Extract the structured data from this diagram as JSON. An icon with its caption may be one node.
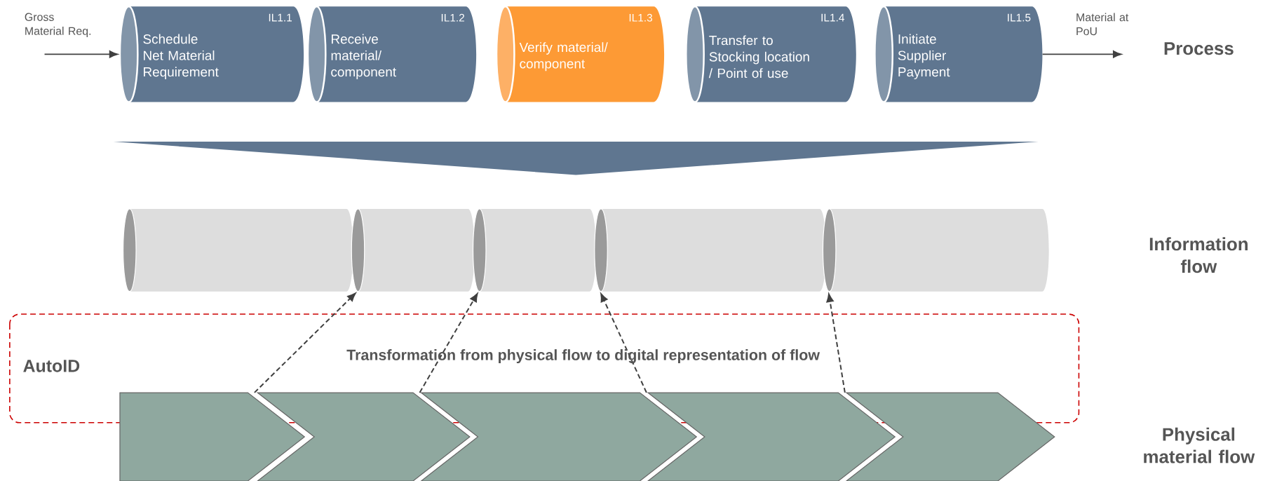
{
  "diagram": {
    "nodes": [
      {
        "text": [
          "IL1.1",
          "Schedule Net Material Requirement"
        ]
      },
      {
        "text": [
          "IL1.2",
          "Receive material/ component"
        ]
      },
      {
        "text": [
          "IL1.3",
          "Verify material/ component"
        ]
      },
      {
        "text": [
          "IL1.4",
          "Transfer to Stocking location / Point of use"
        ]
      },
      {
        "text": [
          "IL1.5",
          "Initiate Supplier Payment"
        ]
      },
      {
        "text": [],
        "shape": "triangle"
      },
      {
        "text": [],
        "shape": "cylinder"
      },
      {
        "text": [],
        "shape": "cylinder"
      },
      {
        "text": [],
        "shape": "cylinder"
      },
      {
        "text": [],
        "shape": "cylinder"
      },
      {
        "text": [],
        "shape": "cylinder"
      },
      {
        "text": [],
        "shape": "chevron"
      },
      {
        "text": [],
        "shape": "chevron"
      },
      {
        "text": [],
        "shape": "chevron"
      },
      {
        "text": [],
        "shape": "chevron"
      },
      {
        "text": [],
        "shape": "chevron"
      }
    ],
    "edges": [
      {
        "from": null,
        "to": 0,
        "arrow": "to",
        "label": "Gross Material Req."
      },
      {
        "from": 4,
        "to": null,
        "arrow": "to",
        "label": "Material at PoU"
      },
      {
        "from": 11,
        "to": 7,
        "arrow": "to",
        "style": "dashed"
      },
      {
        "from": 12,
        "to": 8,
        "arrow": "to",
        "style": "dashed"
      },
      {
        "from": 13,
        "to": 9,
        "arrow": "to",
        "style": "dashed"
      },
      {
        "from": 14,
        "to": 10,
        "arrow": "to",
        "style": "dashed"
      }
    ],
    "labels": [
      "Process",
      "Information flow",
      "AutoID",
      "Transformation from physical flow to digital representation of flow",
      "Physical material flow"
    ]
  }
}
